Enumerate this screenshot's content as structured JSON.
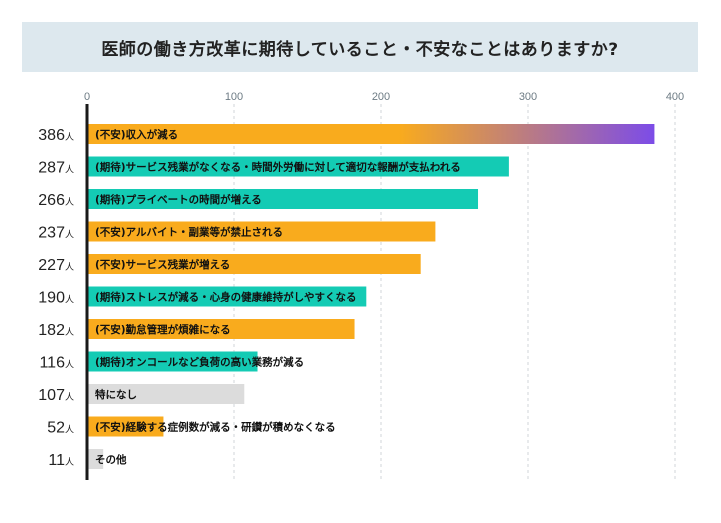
{
  "title": "医師の働き方改革に期待していること・不安なことはありますか?",
  "colors": {
    "anxiety": "#f9ab1d",
    "expectation": "#14cbb4",
    "none": "#dcdcdc",
    "top_gradient_end": "#7c4ce8",
    "axis": "#1a1a1a",
    "grid": "#d0d4d8",
    "title_bg": "#dde8ee"
  },
  "chart_data": {
    "type": "bar",
    "orientation": "horizontal",
    "title": "医師の働き方改革に期待していること・不安なことはありますか?",
    "xlim": [
      0,
      400
    ],
    "ticks": [
      0,
      100,
      200,
      300,
      400
    ],
    "grid": true,
    "unit": "人",
    "categories": [
      "(不安)収入が減る",
      "(期待)サービス残業がなくなる・時間外労働に対して適切な報酬が支払われる",
      "(期待)プライベートの時間が増える",
      "(不安)アルバイト・副業等が禁止される",
      "(不安)サービス残業が増える",
      "(期待)ストレスが減る・心身の健康維持がしやすくなる",
      "(不安)勤怠管理が煩雑になる",
      "(期待)オンコールなど負荷の高い業務が減る",
      "特になし",
      "(不安)経験する症例数が減る・研鑽が積めなくなる",
      "その他"
    ],
    "values": [
      386,
      287,
      266,
      237,
      227,
      190,
      182,
      116,
      107,
      52,
      11
    ],
    "kinds": [
      "anxiety",
      "expectation",
      "expectation",
      "anxiety",
      "anxiety",
      "expectation",
      "anxiety",
      "expectation",
      "none",
      "anxiety",
      "none"
    ]
  }
}
